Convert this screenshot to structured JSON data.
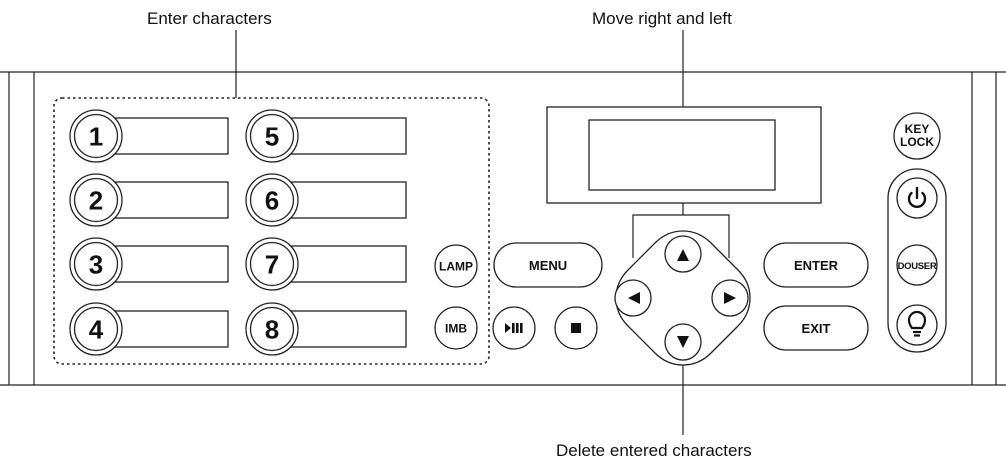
{
  "callouts": {
    "enter_characters": "Enter characters",
    "move_right_left": "Move right and left",
    "delete_entered": "Delete entered characters"
  },
  "preset_buttons": [
    "1",
    "2",
    "3",
    "4",
    "5",
    "6",
    "7",
    "8"
  ],
  "buttons": {
    "lamp": "LAMP",
    "imb": "IMB",
    "menu": "MENU",
    "enter": "ENTER",
    "exit": "EXIT",
    "key_lock_line1": "KEY",
    "key_lock_line2": "LOCK",
    "douser": "DOUSER"
  },
  "icons": {
    "play_pause": "play-pause-icon",
    "stop": "stop-icon",
    "up": "arrow-up-icon",
    "down": "arrow-down-icon",
    "left": "arrow-left-icon",
    "right": "arrow-right-icon",
    "power": "power-icon",
    "lamp_bulb": "lamp-bulb-icon"
  }
}
